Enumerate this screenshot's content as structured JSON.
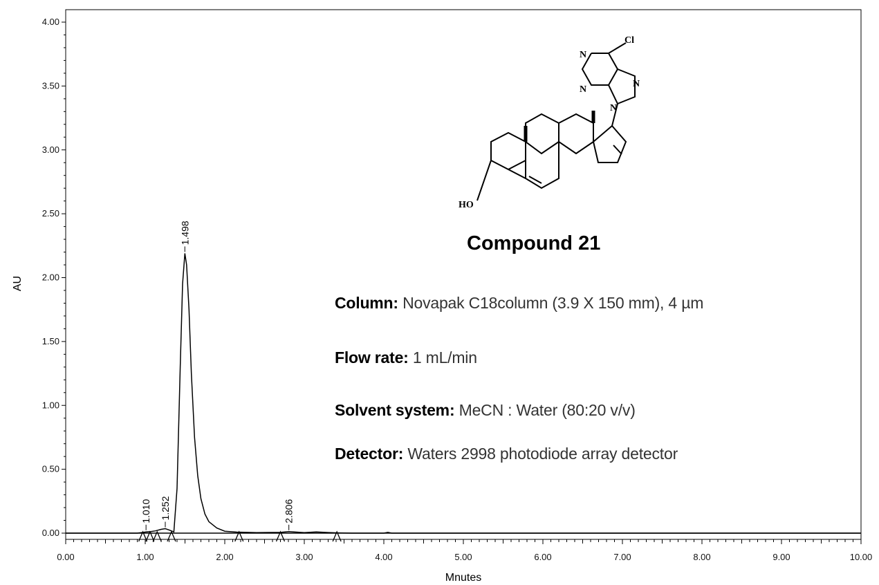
{
  "chart_data": {
    "type": "line",
    "xlabel": "Mnutes",
    "ylabel": "AU",
    "xlim": [
      0,
      10
    ],
    "ylim": [
      -0.05,
      4.0
    ],
    "x_ticks": [
      "0.00",
      "1.00",
      "2.00",
      "3.00",
      "4.00",
      "5.00",
      "6.00",
      "7.00",
      "8.00",
      "9.00",
      "10.00"
    ],
    "y_ticks": [
      "0.00",
      "0.50",
      "1.00",
      "1.50",
      "2.00",
      "2.50",
      "3.00",
      "3.50",
      "4.00"
    ],
    "series": [
      {
        "x": [
          0.0,
          0.9,
          0.95,
          1.01,
          1.07,
          1.13,
          1.2,
          1.252,
          1.3,
          1.36,
          1.4,
          1.44,
          1.47,
          1.498,
          1.52,
          1.55,
          1.58,
          1.62,
          1.66,
          1.7,
          1.75,
          1.8,
          1.9,
          2.0,
          2.15,
          2.4,
          2.7,
          2.806,
          2.9,
          3.0,
          3.15,
          3.3,
          3.42,
          3.6,
          4.0,
          4.05,
          4.1,
          10.0
        ],
        "y": [
          0.0,
          0.0,
          0.004,
          0.01,
          0.012,
          0.018,
          0.03,
          0.035,
          0.025,
          0.01,
          0.35,
          1.3,
          1.95,
          2.19,
          2.1,
          1.75,
          1.25,
          0.75,
          0.45,
          0.27,
          0.15,
          0.09,
          0.04,
          0.015,
          0.008,
          0.004,
          0.006,
          0.012,
          0.008,
          0.004,
          0.01,
          0.005,
          0.002,
          0.0,
          0.0,
          0.006,
          0.0,
          0.0
        ]
      }
    ],
    "peak_labels": [
      {
        "x": 1.01,
        "y": 0.012,
        "label": "1.010"
      },
      {
        "x": 1.252,
        "y": 0.035,
        "label": "1.252"
      },
      {
        "x": 1.498,
        "y": 2.19,
        "label": "1.498"
      },
      {
        "x": 2.806,
        "y": 0.012,
        "label": "2.806"
      }
    ],
    "baseline_markers_x": [
      0.97,
      1.06,
      1.15,
      1.33,
      2.18,
      2.7,
      3.41
    ],
    "line_color": "#000000"
  },
  "annotations": {
    "compound_name": "Compound 21",
    "column_label": "Column:",
    "column_value": "Novapak C18column (3.9 X 150 mm), 4 µm",
    "flow_label": "Flow rate:",
    "flow_value": "1 mL/min",
    "solvent_label": "Solvent system:",
    "solvent_value": "MeCN : Water (80:20 v/v)",
    "detector_label": "Detector:",
    "detector_value": "Waters 2998 photodiode array detector"
  },
  "structure": {
    "atoms": [
      "N",
      "Cl",
      "N",
      "N",
      "N",
      "HO"
    ]
  }
}
